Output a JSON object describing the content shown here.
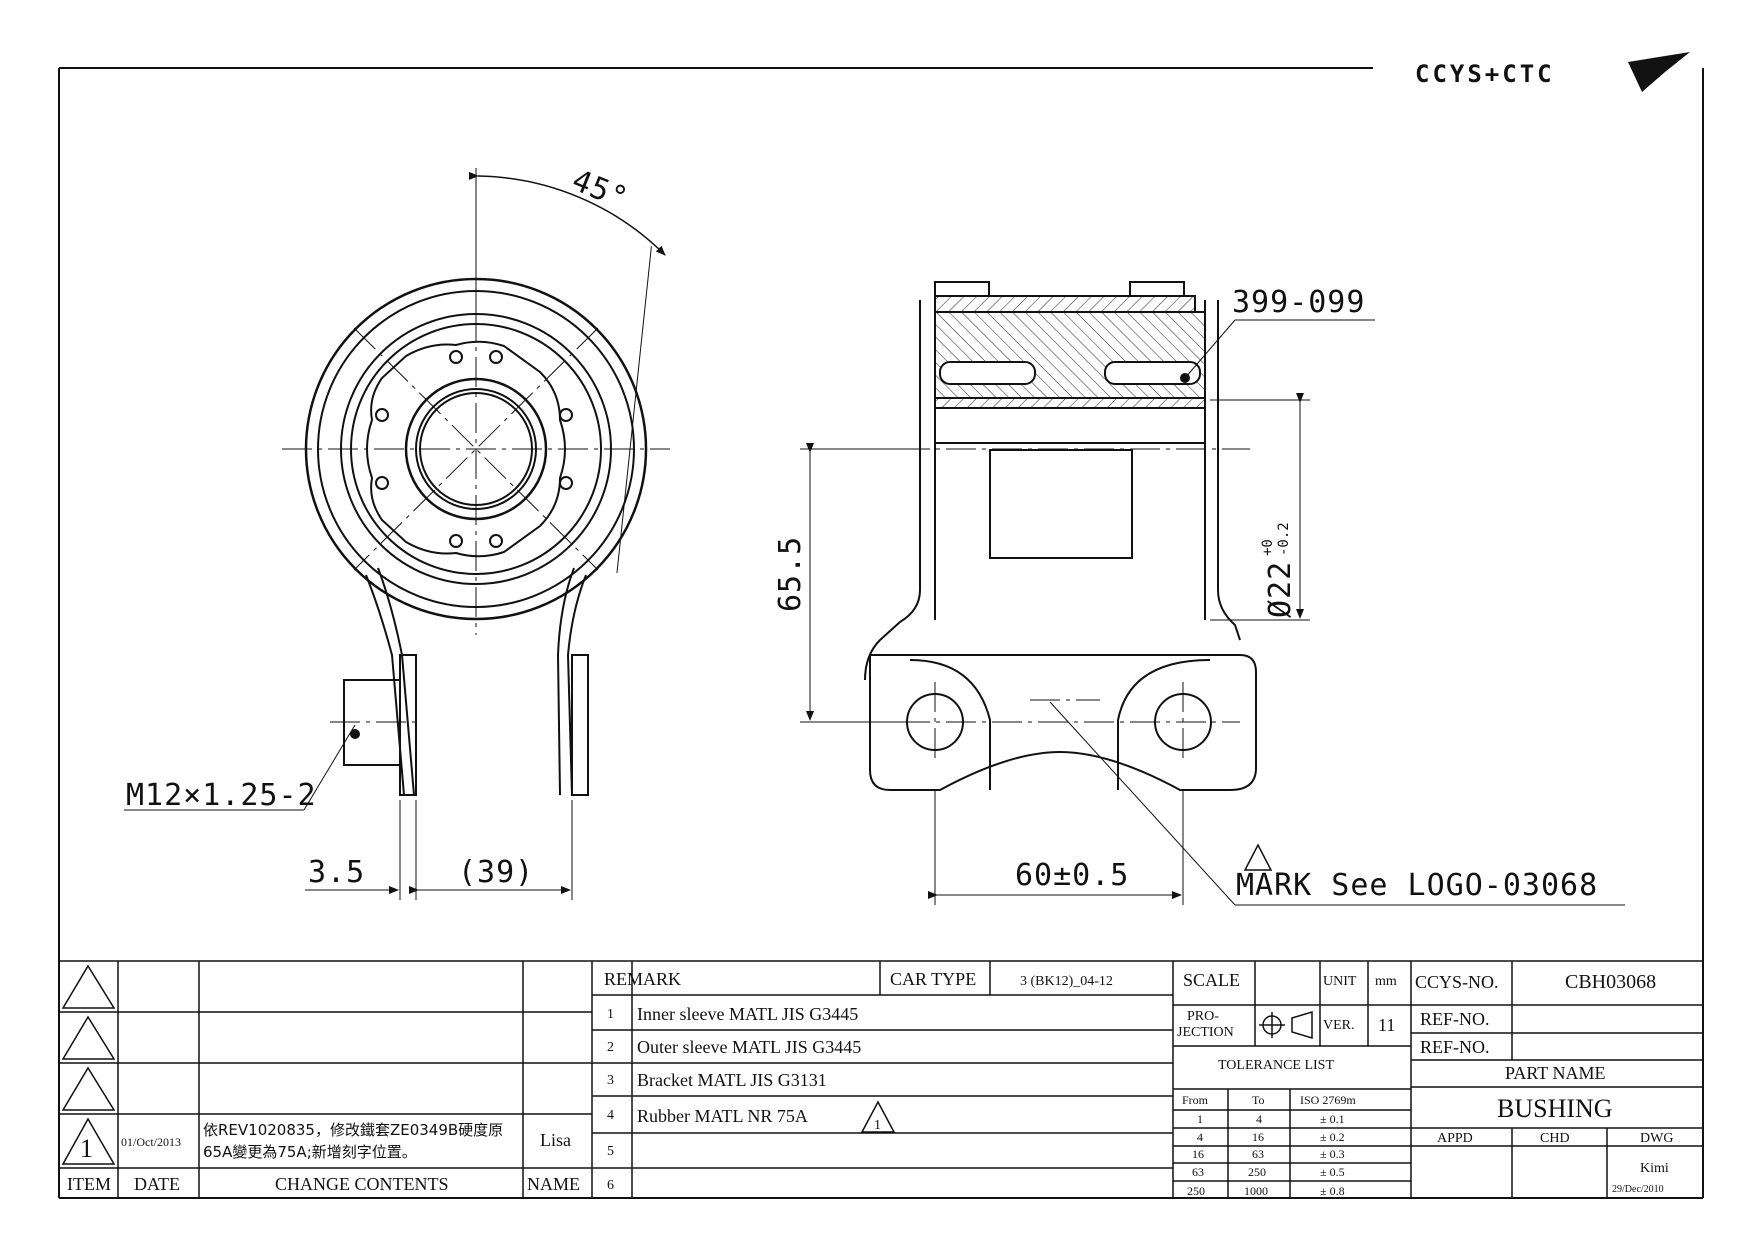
{
  "logo": {
    "text": "CCYS+CTC"
  },
  "views": {
    "front": {
      "angle_label": "45°",
      "thread_callout": "M12×1.25-2",
      "dim_thickness": "3.5",
      "dim_width": "(39)"
    },
    "side": {
      "part_ref": "399-099",
      "dim_height": "65.5",
      "dim_diameter": "Ø22",
      "dim_diameter_tol_upper": "+0",
      "dim_diameter_tol_lower": "-0.2",
      "dim_length": "60±0.5",
      "mark_note": "MARK See LOGO-03068"
    }
  },
  "revision_table": {
    "headers": [
      "ITEM",
      "DATE",
      "CHANGE CONTENTS",
      "NAME"
    ],
    "rows": [
      {
        "item": "1",
        "date": "01/Oct/2013",
        "change_line1": "依REV1020835，修改鐵套ZE0349B硬度原",
        "change_line2": "65A變更為75A;新增刻字位置。",
        "name": "Lisa"
      }
    ]
  },
  "remark_table": {
    "remark_label": "REMARK",
    "car_type_label": "CAR TYPE",
    "car_type_value": "3 (BK12)_04-12",
    "rows": [
      {
        "no": "1",
        "text": "Inner sleeve MATL JIS G3445"
      },
      {
        "no": "2",
        "text": "Outer sleeve MATL JIS G3445"
      },
      {
        "no": "3",
        "text": "Bracket MATL JIS G3131"
      },
      {
        "no": "4",
        "text": "Rubber MATL NR 75A"
      },
      {
        "no": "5",
        "text": ""
      },
      {
        "no": "6",
        "text": ""
      }
    ],
    "rubber_rev_mark": "1"
  },
  "title_block": {
    "scale_label": "SCALE",
    "scale_value": "",
    "unit_label": "UNIT",
    "unit_value": "mm",
    "projection_label_1": "PRO-",
    "projection_label_2": "JECTION",
    "ver_label": "VER.",
    "ver_value": "11",
    "tolerance_title": "TOLERANCE LIST",
    "tolerance_headers": [
      "From",
      "To",
      "ISO 2769m"
    ],
    "tolerance_rows": [
      [
        "1",
        "4",
        "± 0.1"
      ],
      [
        "4",
        "16",
        "± 0.2"
      ],
      [
        "16",
        "63",
        "± 0.3"
      ],
      [
        "63",
        "250",
        "± 0.5"
      ],
      [
        "250",
        "1000",
        "± 0.8"
      ]
    ],
    "ccys_no_label": "CCYS-NO.",
    "ccys_no_value": "CBH03068",
    "ref_no_label_1": "REF-NO.",
    "ref_no_label_2": "REF-NO.",
    "part_name_label": "PART NAME",
    "part_name_value": "BUSHING",
    "appd_label": "APPD",
    "chd_label": "CHD",
    "dwg_label": "DWG",
    "dwg_by": "Kimi",
    "dwg_date": "29/Dec/2010"
  }
}
